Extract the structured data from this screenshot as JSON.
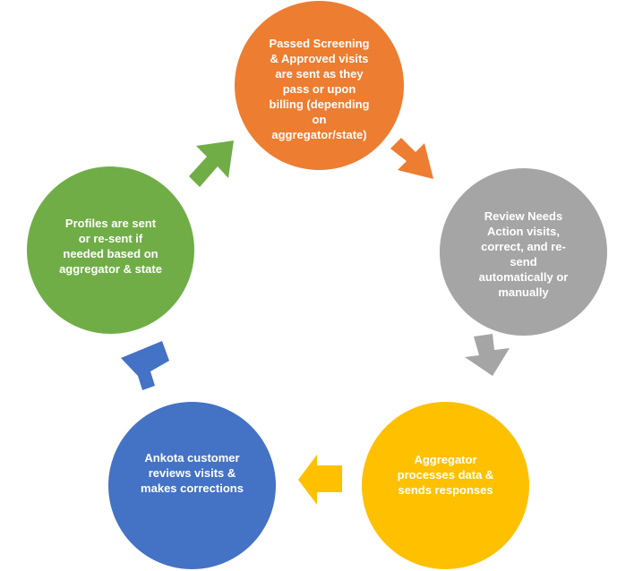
{
  "colors": {
    "orange": "#ED7D31",
    "gray": "#A5A5A5",
    "gold": "#FFC000",
    "blue": "#4472C4",
    "green": "#70AD47",
    "text": "#FFFFFF"
  },
  "nodes": {
    "top": {
      "label": "Passed Screening\n& Approved visits\nare sent as they\npass or upon\nbilling (depending\non\naggregator/state)",
      "color": "#ED7D31"
    },
    "right": {
      "label": "Review Needs\nAction visits,\ncorrect, and re-\nsend\nautomatically or\nmanually",
      "color": "#A5A5A5"
    },
    "bottom_right": {
      "label": "Aggregator\nprocesses data &\nsends responses",
      "color": "#FFC000"
    },
    "bottom_left": {
      "label": "Ankota customer\nreviews visits &\nmakes corrections",
      "color": "#4472C4"
    },
    "left": {
      "label": "Profiles are sent\nor re-sent if\nneeded based on\naggregator & state",
      "color": "#70AD47"
    }
  },
  "arrows": {
    "top_to_right": {
      "color": "#ED7D31",
      "icon": "arrow-down-right"
    },
    "right_to_bottom_right": {
      "color": "#A5A5A5",
      "icon": "arrow-down"
    },
    "bottom_right_to_bottom_left": {
      "color": "#FFC000",
      "icon": "arrow-left"
    },
    "bottom_left_to_left": {
      "color": "#4472C4",
      "icon": "arrow-up"
    },
    "left_to_top": {
      "color": "#70AD47",
      "icon": "arrow-up-right"
    }
  }
}
